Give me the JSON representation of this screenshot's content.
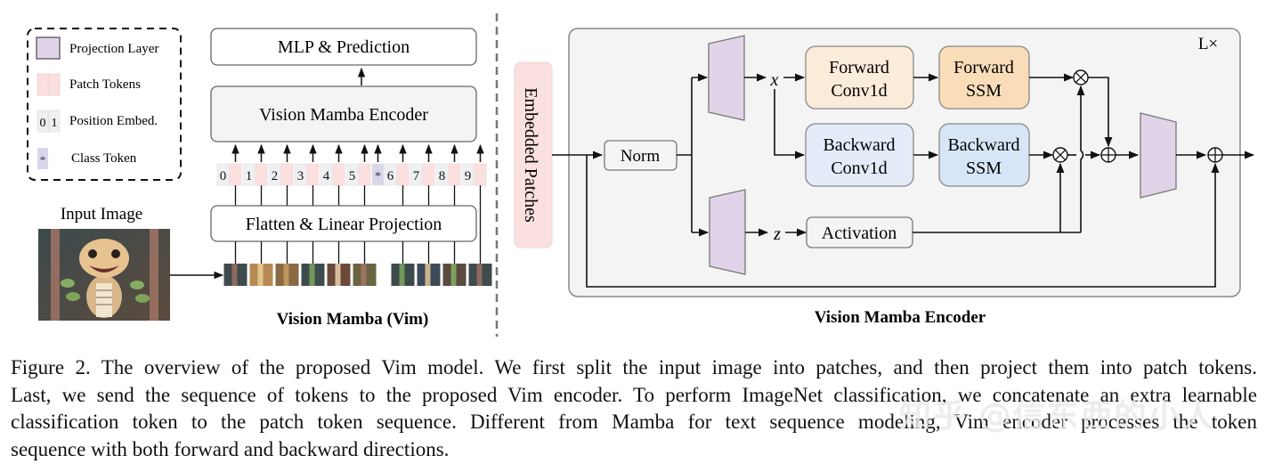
{
  "legend": {
    "items": [
      {
        "label": "Projection Layer",
        "icon": "projection-layer-swatch"
      },
      {
        "label": "Patch Tokens",
        "icon": "patch-tokens-swatch"
      },
      {
        "label": "Position Embed.",
        "icon": "position-embed-swatch",
        "sample": [
          "0",
          "1"
        ]
      },
      {
        "label": "Class Token",
        "icon": "class-token-swatch",
        "sample": "*"
      }
    ]
  },
  "vim": {
    "mlp_label": "MLP & Prediction",
    "encoder_label": "Vision Mamba Encoder",
    "flatten_label": "Flatten & Linear Projection",
    "input_image_label": "Input Image",
    "title": "Vision Mamba (Vim)",
    "tokens": [
      "0",
      "1",
      "2",
      "3",
      "4",
      "5",
      "*",
      "6",
      "7",
      "8",
      "9"
    ],
    "class_token": "*"
  },
  "encoder": {
    "title": "Vision Mamba Encoder",
    "embedded_patches": "Embedded Patches",
    "repeat_label": "L×",
    "norm": "Norm",
    "x_label": "x",
    "z_label": "z",
    "forward_conv": [
      "Forward",
      "Conv1d"
    ],
    "forward_ssm": [
      "Forward",
      "SSM"
    ],
    "backward_conv": [
      "Backward",
      "Conv1d"
    ],
    "backward_ssm": [
      "Backward",
      "SSM"
    ],
    "activation": "Activation",
    "multiply_symbol": "⊗",
    "add_symbol": "⊕"
  },
  "colors": {
    "projection": "#e2d4e8",
    "patch_token": "#fbe0e0",
    "position_embed": "#eef0f2",
    "class_token": "#d9d6ec",
    "forward_conv": "#fbebd9",
    "forward_ssm": "#f9ddb9",
    "backward_conv": "#e3ecf8",
    "backward_ssm": "#d7e6f7",
    "encoder_bg": "#f4f4f4",
    "embedded_patches": "#fbe0e0"
  },
  "caption": {
    "lines": [
      "Figure 2. The overview of the proposed Vim model. We first split the input image into patches, and then project them into patch tokens.",
      "Last, we send the sequence of tokens to the proposed Vim encoder. To perform ImageNet classification, we concatenate an extra learnable",
      "classification token to the patch token sequence. Different from Mamba for text sequence modeling, Vim encoder processes the token",
      "sequence with both forward and backward directions."
    ]
  },
  "watermark": "知乎 @信东西的小人"
}
